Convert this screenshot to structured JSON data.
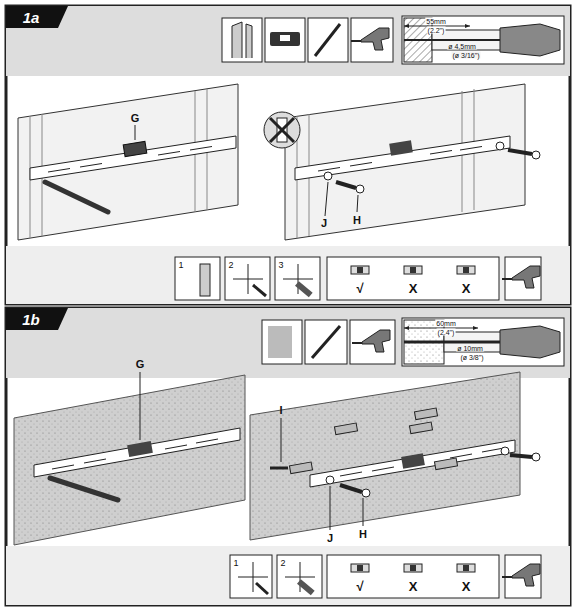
{
  "diagram": {
    "labels": [
      "1a",
      "55mm",
      "(2.2\")",
      "ø 4,5mm",
      "(ø 3/16\")",
      "G",
      "J",
      "H",
      "1",
      "2",
      "3",
      "√",
      "X",
      "X",
      "1b",
      "60mm",
      "(2.4\")",
      "ø 10mm",
      "(ø 3/8\")",
      "G",
      "I",
      "J",
      "H",
      "1",
      "2",
      "√",
      "X",
      "X"
    ]
  }
}
